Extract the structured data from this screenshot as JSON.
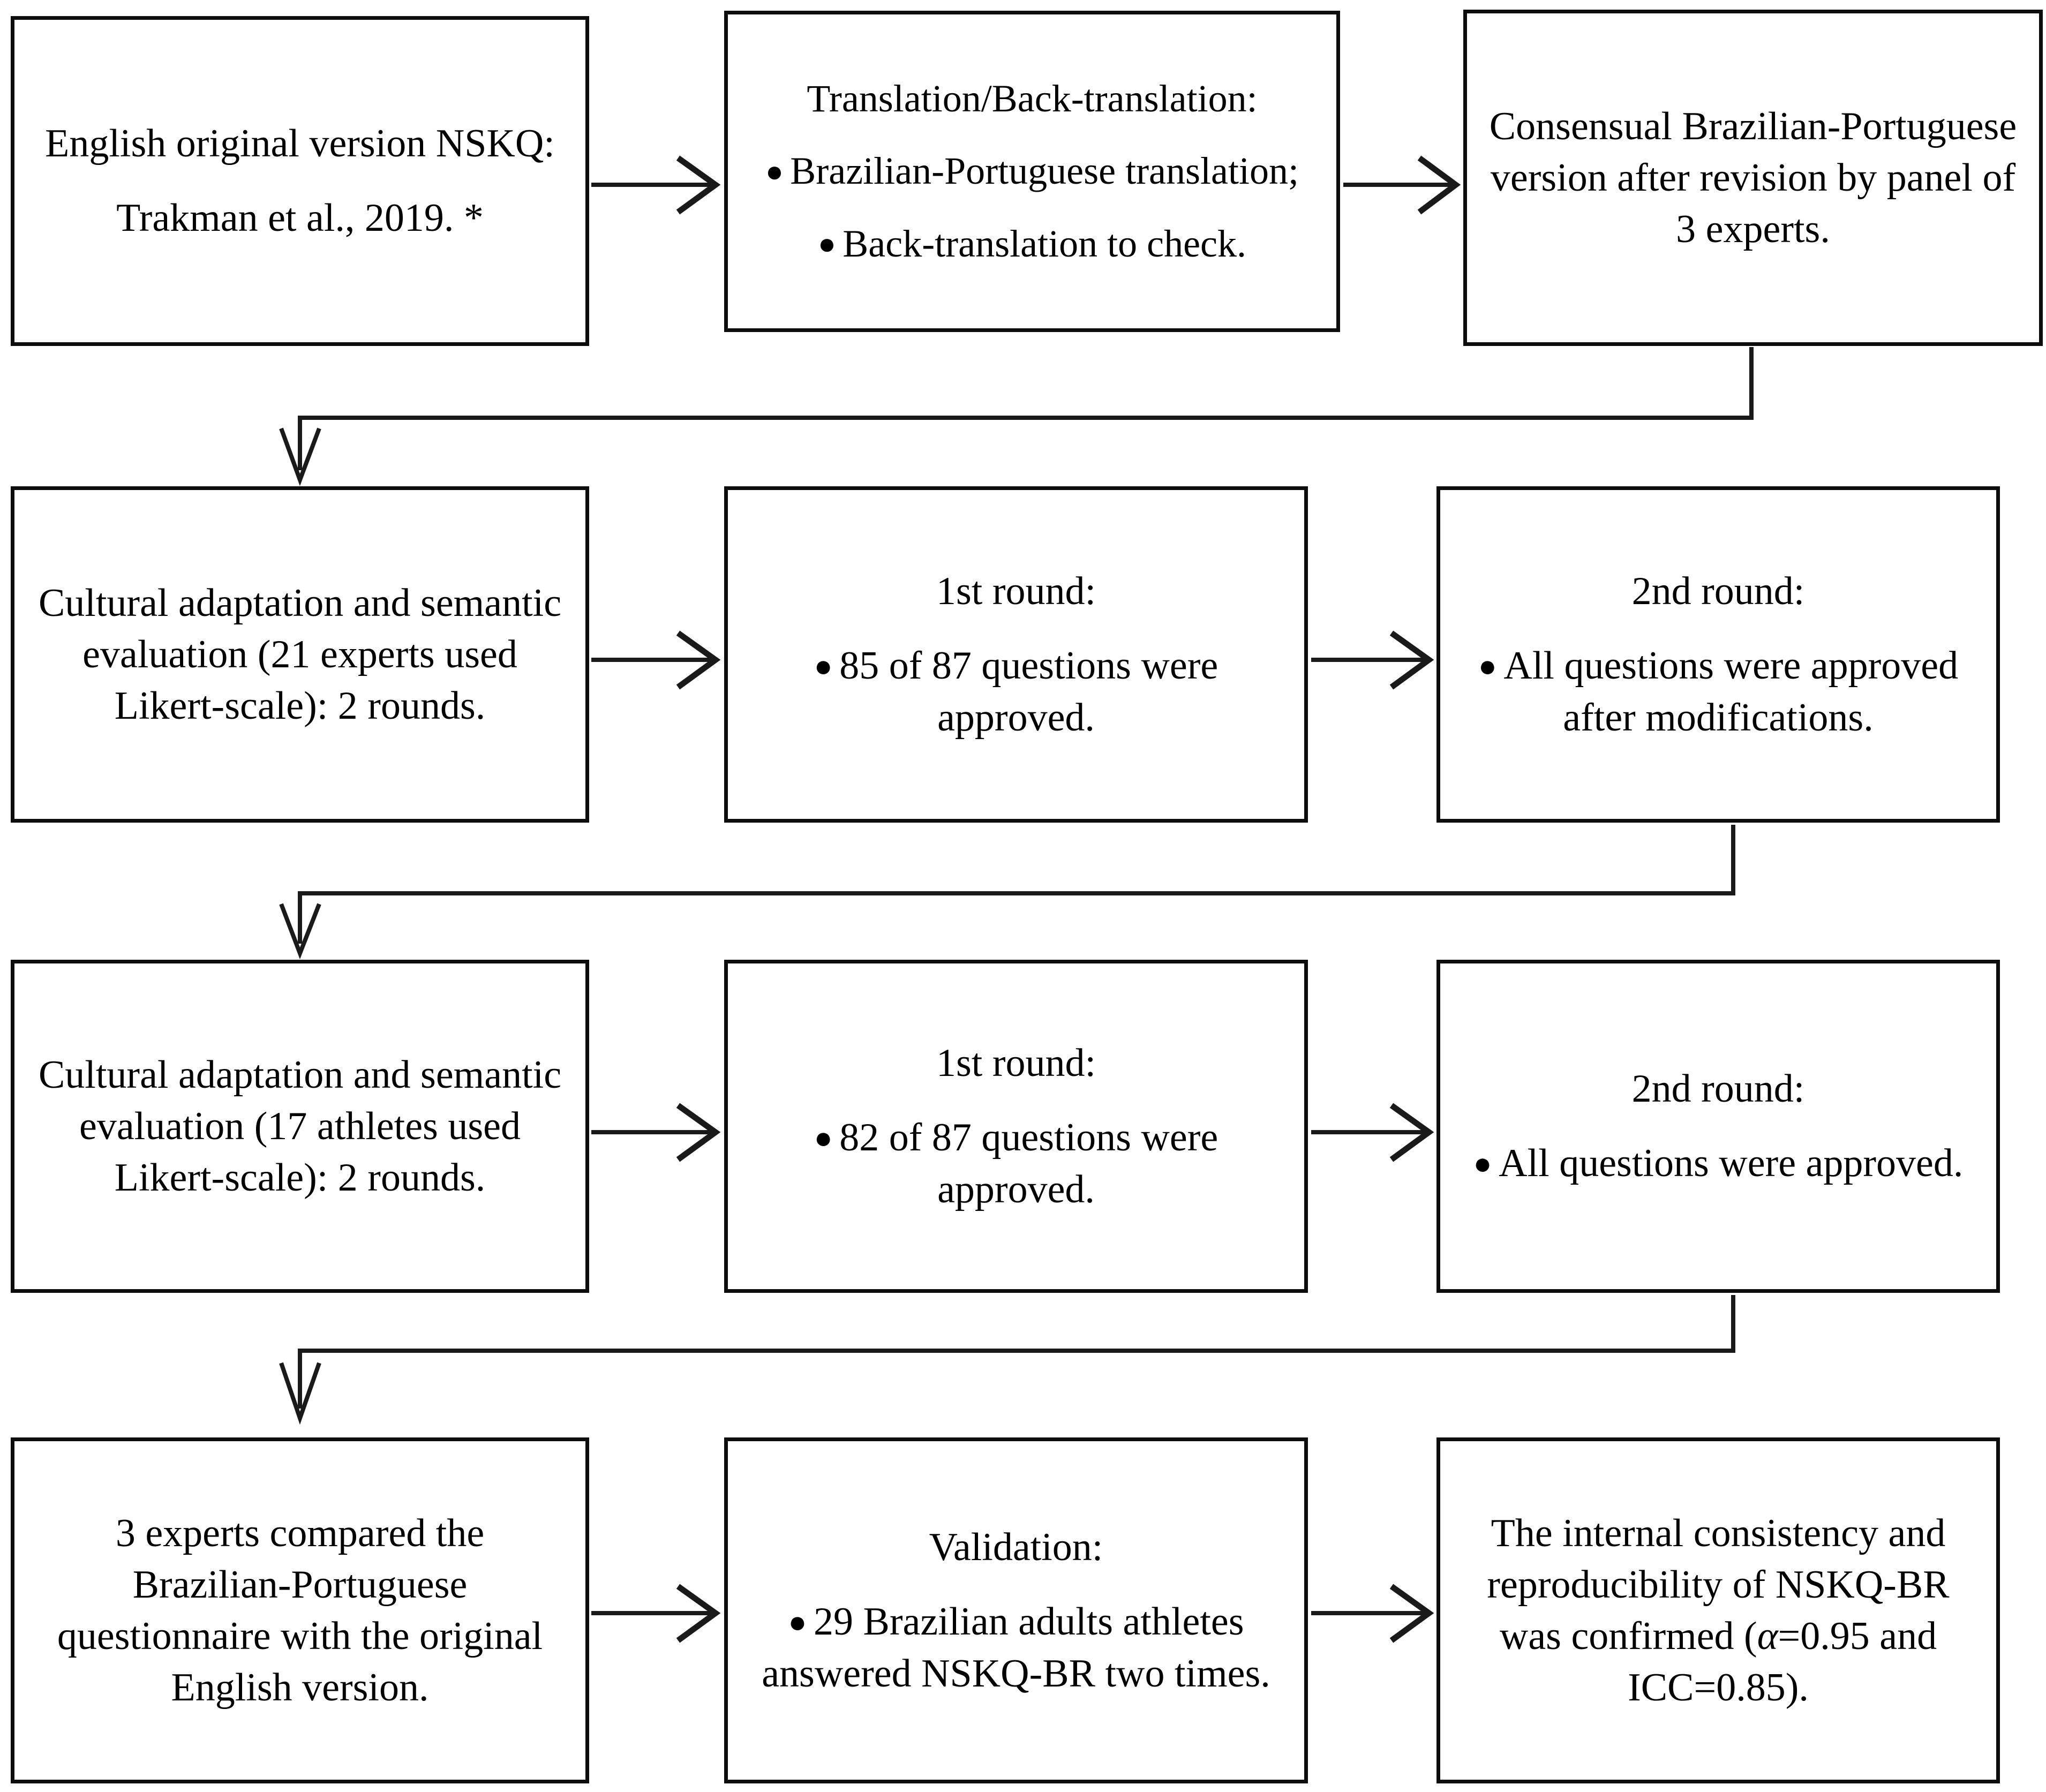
{
  "diagram": {
    "title": "NSKQ-BR cross-cultural adaptation and validation flowchart",
    "type": "flowchart",
    "orientation": "left-to-right rows with serpentine row transitions",
    "colors": {
      "box_border": "#0d0d0d",
      "box_fill": "#ffffff",
      "connector": "#1a1a1a",
      "text": "#000000"
    },
    "nodes": [
      {
        "id": "n1",
        "row": 1,
        "col": 1,
        "paragraphs": [
          "English original version NSKQ:",
          "Trakman et al., 2019. *"
        ]
      },
      {
        "id": "n2",
        "row": 1,
        "col": 2,
        "heading": "Translation/Back-translation:",
        "bullets": [
          "Brazilian-Portuguese translation;",
          "Back-translation to check."
        ]
      },
      {
        "id": "n3",
        "row": 1,
        "col": 3,
        "paragraphs": [
          "Consensual Brazilian-Portuguese version after revision by panel of 3 experts."
        ]
      },
      {
        "id": "n4",
        "row": 2,
        "col": 1,
        "paragraphs": [
          "Cultural adaptation and semantic evaluation (21 experts used Likert-scale): 2 rounds."
        ]
      },
      {
        "id": "n5",
        "row": 2,
        "col": 2,
        "heading": "1st round:",
        "bullets": [
          "85 of 87 questions were approved."
        ]
      },
      {
        "id": "n6",
        "row": 2,
        "col": 3,
        "heading": "2nd round:",
        "bullets": [
          "All questions were approved after modifications."
        ]
      },
      {
        "id": "n7",
        "row": 3,
        "col": 1,
        "paragraphs": [
          "Cultural adaptation and semantic evaluation (17 athletes used Likert-scale): 2 rounds."
        ]
      },
      {
        "id": "n8",
        "row": 3,
        "col": 2,
        "heading": "1st round:",
        "bullets": [
          "82 of 87 questions were approved."
        ]
      },
      {
        "id": "n9",
        "row": 3,
        "col": 3,
        "heading": "2nd round:",
        "bullets": [
          "All questions were approved."
        ]
      },
      {
        "id": "n10",
        "row": 4,
        "col": 1,
        "paragraphs": [
          "3 experts compared the Brazilian-Portuguese questionnaire with the original English version."
        ]
      },
      {
        "id": "n11",
        "row": 4,
        "col": 2,
        "heading": "Validation:",
        "bullets": [
          "29 Brazilian adults athletes answered NSKQ-BR two times."
        ]
      },
      {
        "id": "n12",
        "row": 4,
        "col": 3,
        "paragraphs_rich": [
          {
            "pre": "The internal consistency and reproducibility of NSKQ-BR was confirmed (",
            "italic": "α",
            "post": "=0.95 and ICC=0.85)."
          }
        ]
      }
    ],
    "edges": [
      {
        "from": "n1",
        "to": "n2",
        "kind": "horizontal-arrow"
      },
      {
        "from": "n2",
        "to": "n3",
        "kind": "horizontal-arrow"
      },
      {
        "from": "n3",
        "to": "n4",
        "kind": "elbow-down-left-arrow"
      },
      {
        "from": "n4",
        "to": "n5",
        "kind": "horizontal-arrow"
      },
      {
        "from": "n5",
        "to": "n6",
        "kind": "horizontal-arrow"
      },
      {
        "from": "n6",
        "to": "n7",
        "kind": "elbow-down-left-arrow"
      },
      {
        "from": "n7",
        "to": "n8",
        "kind": "horizontal-arrow"
      },
      {
        "from": "n8",
        "to": "n9",
        "kind": "horizontal-arrow"
      },
      {
        "from": "n9",
        "to": "n10",
        "kind": "elbow-down-left-arrow"
      },
      {
        "from": "n10",
        "to": "n11",
        "kind": "horizontal-arrow"
      },
      {
        "from": "n11",
        "to": "n12",
        "kind": "horizontal-arrow"
      }
    ]
  }
}
